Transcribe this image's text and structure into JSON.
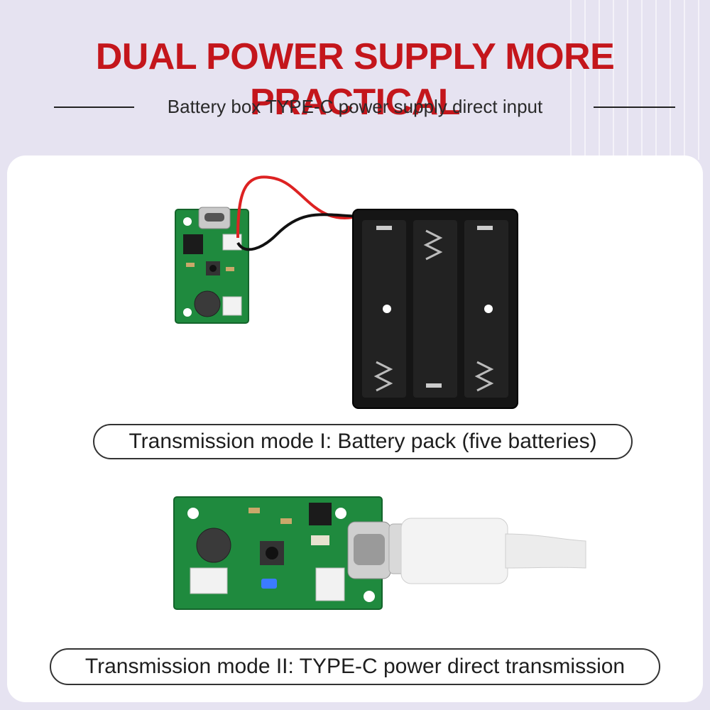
{
  "header": {
    "title": "DUAL POWER SUPPLY MORE PRACTICAL",
    "subtitle": "Battery box TYPE-C power supply direct input"
  },
  "modes": [
    {
      "label": "Transmission mode I: Battery pack (five batteries)"
    },
    {
      "label": "Transmission mode II: TYPE-C power direct transmission"
    }
  ],
  "colors": {
    "title_red": "#c4161c",
    "pcb_green": "#1f8a3e",
    "background": "#e6e3f1"
  },
  "icons": {
    "board": "pcb-board-icon",
    "battery_box": "battery-box-icon",
    "cable": "usb-c-cable-icon"
  }
}
